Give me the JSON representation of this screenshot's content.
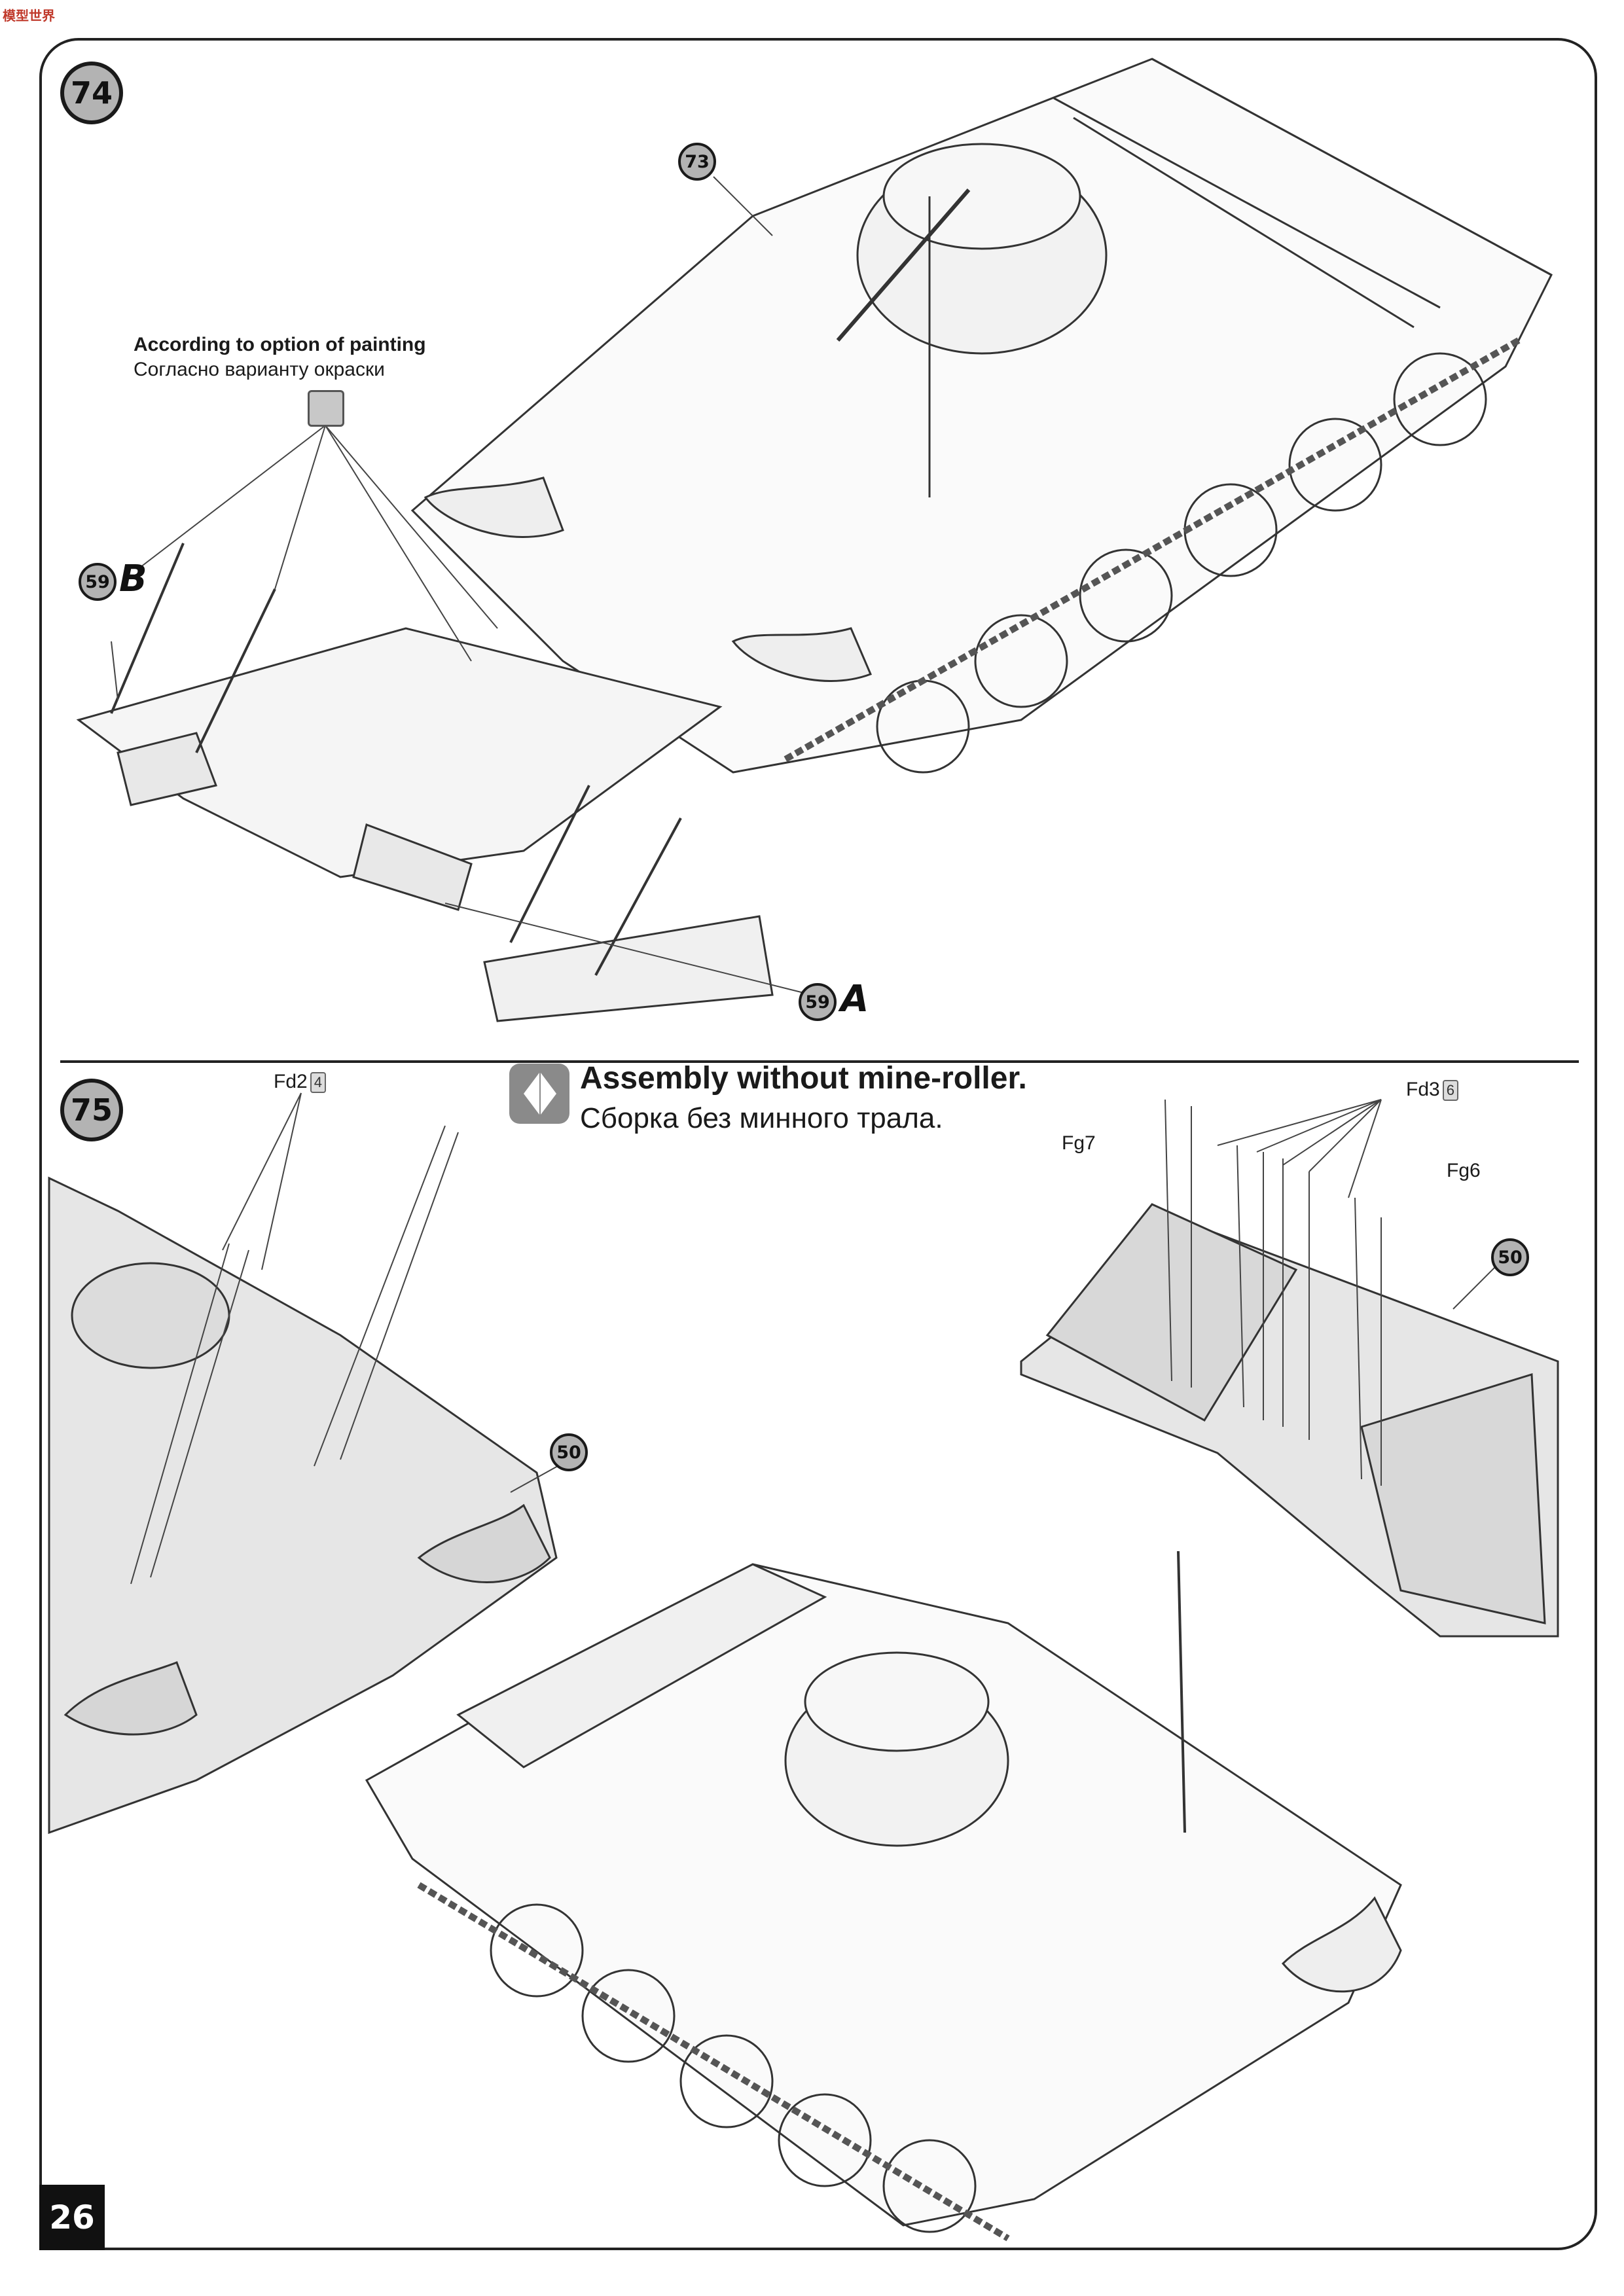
{
  "header": {
    "logo_text": "模型世界"
  },
  "steps": {
    "step74": {
      "number": "74"
    },
    "step75": {
      "number": "75"
    }
  },
  "step74": {
    "note_en": "According to option of painting",
    "note_ru": "Согласно варианту окраски",
    "refs": {
      "ref73": "73",
      "ref59b_num": "59",
      "ref59b_letter": "B",
      "ref59a_num": "59",
      "ref59a_letter": "A"
    }
  },
  "step75": {
    "assembly_en": "Assembly without mine-roller.",
    "assembly_ru": "Сборка без минного трала.",
    "parts": {
      "fd2": "Fd2",
      "fd2_count": "4",
      "fd3": "Fd3",
      "fd3_count": "6",
      "fg7": "Fg7",
      "fg6": "Fg6"
    },
    "refs": {
      "ref50_left": "50",
      "ref50_right": "50"
    }
  },
  "footer": {
    "page_number": "26"
  },
  "icons": [
    "painting-option-icon",
    "assembly-variant-icon"
  ]
}
